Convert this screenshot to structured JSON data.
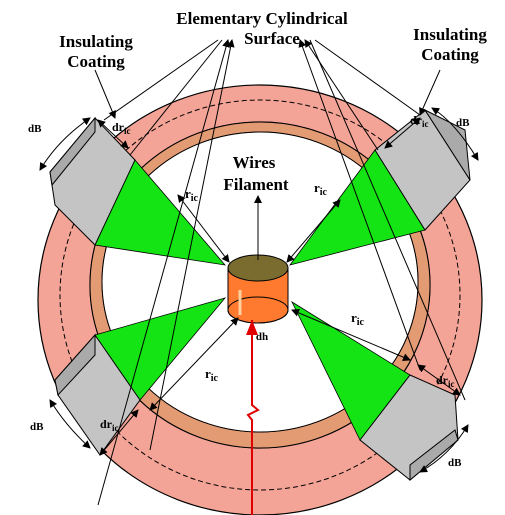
{
  "labels": {
    "title_line1": "Elementary Cylindrical",
    "title_line2": "Surface",
    "insulating_left_1": "Insulating",
    "insulating_left_2": "Coating",
    "insulating_right_1": "Insulating",
    "insulating_right_2": "Coating",
    "wires_1": "Wires",
    "wires_2": "Filament",
    "dh": "dh"
  },
  "dims": {
    "dB": "dB",
    "dr": "dr",
    "dr_sub": "ic",
    "r": "r",
    "r_sub": "ic"
  },
  "colors": {
    "coating": "#f4a497",
    "inner_ring": "#e39b73",
    "wedge": "#14e414",
    "block": "#c4c4c4",
    "filament_top": "#7a6b2f",
    "filament_side": "#ff7a2e",
    "current": "#e00000"
  }
}
